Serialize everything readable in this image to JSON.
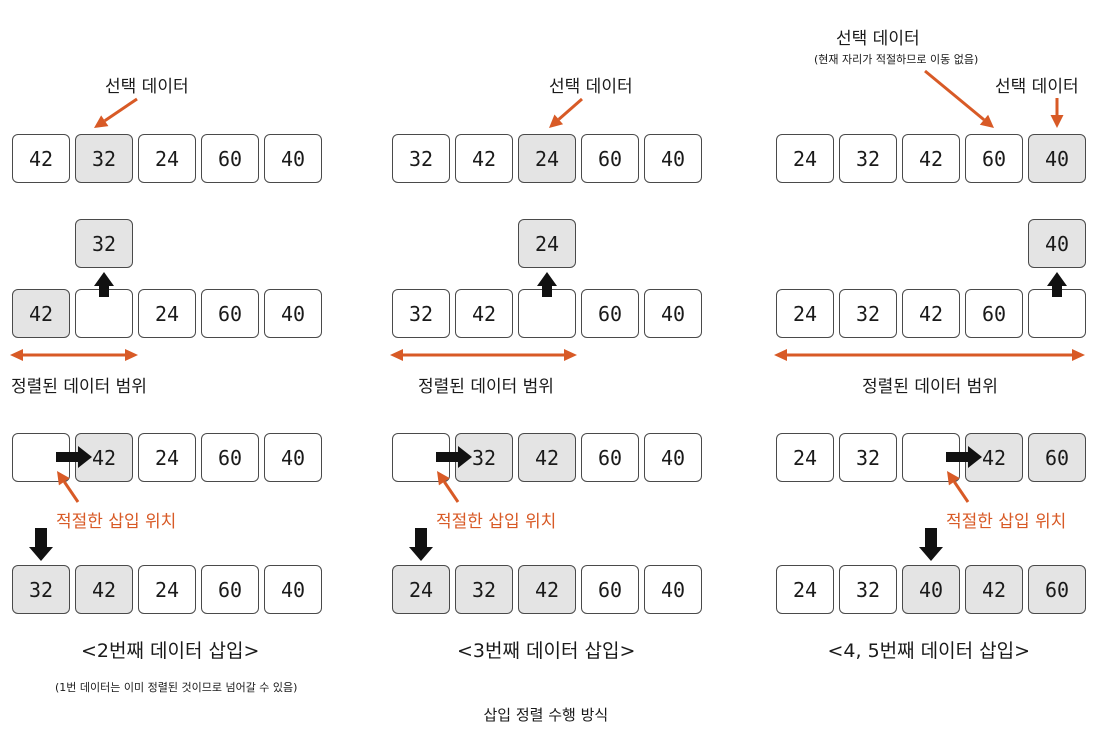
{
  "colors": {
    "accent_arrow": "#d85a26",
    "cell_highlight": "#e4e4e4",
    "cell_border": "#4a4a4a",
    "black_arrow": "#111111"
  },
  "labels": {
    "select": "선택 데이터",
    "range": "정렬된 데이터 범위",
    "insert_position": "적절한 삽입 위치",
    "stays_note": "(현재 자리가 적절하므로 이동 없음)"
  },
  "panels": [
    {
      "caption": "<2번째 데이터 삽입>",
      "footnote": "(1번 데이터는 이미 정렬된 것이므로 넘어갈 수 있음)",
      "row1": {
        "cells": [
          "42",
          "32",
          "24",
          "60",
          "40"
        ],
        "highlight": [
          1
        ]
      },
      "floating": "32",
      "row2": {
        "cells": [
          "42",
          "",
          "24",
          "60",
          "40"
        ],
        "highlight": [
          0
        ]
      },
      "row3": {
        "cells": [
          "",
          "42",
          "24",
          "60",
          "40"
        ],
        "highlight": [
          1
        ]
      },
      "row4": {
        "cells": [
          "32",
          "42",
          "24",
          "60",
          "40"
        ],
        "highlight": [
          0,
          1
        ]
      }
    },
    {
      "caption": "<3번째 데이터 삽입>",
      "row1": {
        "cells": [
          "32",
          "42",
          "24",
          "60",
          "40"
        ],
        "highlight": [
          2
        ]
      },
      "floating": "24",
      "row2": {
        "cells": [
          "32",
          "42",
          "",
          "60",
          "40"
        ],
        "highlight": []
      },
      "row3": {
        "cells": [
          "",
          "32",
          "42",
          "60",
          "40"
        ],
        "highlight": [
          1,
          2
        ]
      },
      "row4": {
        "cells": [
          "24",
          "32",
          "42",
          "60",
          "40"
        ],
        "highlight": [
          0,
          1,
          2
        ]
      }
    },
    {
      "caption": "<4, 5번째 데이터 삽입>",
      "row1": {
        "cells": [
          "24",
          "32",
          "42",
          "60",
          "40"
        ],
        "highlight": [
          4
        ]
      },
      "floating": "40",
      "row2": {
        "cells": [
          "24",
          "32",
          "42",
          "60",
          ""
        ],
        "highlight": []
      },
      "row3": {
        "cells": [
          "24",
          "32",
          "",
          "42",
          "60"
        ],
        "highlight": [
          3,
          4
        ]
      },
      "row4": {
        "cells": [
          "24",
          "32",
          "40",
          "42",
          "60"
        ],
        "highlight": [
          2,
          3,
          4
        ]
      }
    }
  ],
  "title": "삽입 정렬 수행 방식"
}
